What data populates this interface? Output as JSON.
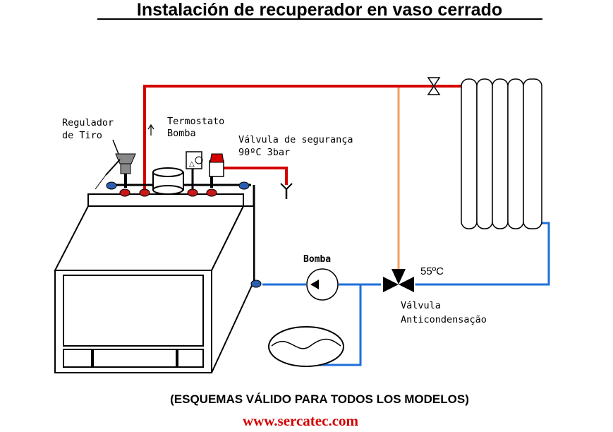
{
  "title": "Instalación de recuperador en vaso cerrado",
  "labels": {
    "regulador_line1": "Regulador",
    "regulador_line2": "de Tiro",
    "termostato_line1": "Termostato",
    "termostato_line2": "Bomba",
    "valvula_seg_line1": "Válvula de segurança",
    "valvula_seg_line2": "90ºC 3bar",
    "bomba": "Bomba",
    "temperatura": "55ºC",
    "valvula_anti_line1": "Válvula",
    "valvula_anti_line2": "Anticondensação"
  },
  "footer": {
    "note": "(ESQUEMAS VÁLIDO PARA TODOS LOS MODELOS)",
    "url": "www.sercatec.com"
  },
  "colors": {
    "hot_pipe": "#d40000",
    "cold_pipe": "#1e6fd9",
    "bypass_pipe": "#f0a060",
    "url": "#d40000",
    "port_red": "#c81818",
    "port_blue": "#2a5fb0"
  }
}
